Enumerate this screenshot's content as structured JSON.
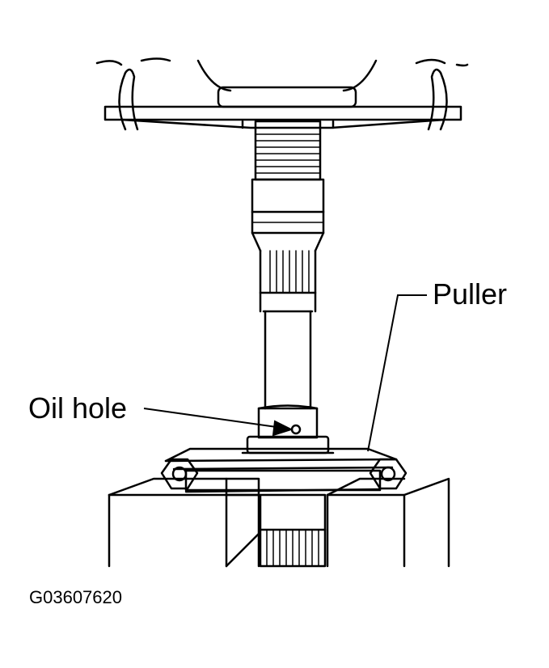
{
  "labels": {
    "puller": "Puller",
    "oil_hole": "Oil hole",
    "figure_code": "G03607620"
  },
  "colors": {
    "line": "#000000",
    "background": "#ffffff"
  }
}
